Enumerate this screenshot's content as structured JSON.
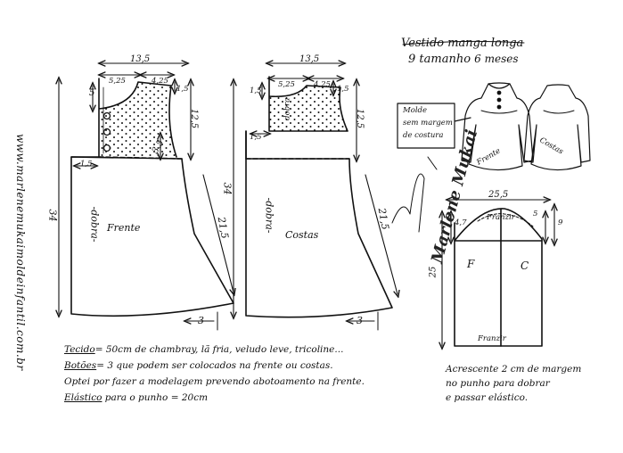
{
  "title": {
    "line1": "Vestido manga longa",
    "line2": "9 tamanho",
    "line2_size": "6 meses"
  },
  "site_url": "www.marlenemukaimoldeinfantil.com.br",
  "signature": "Marlene Mukai",
  "colors": {
    "ink": "#111111",
    "paper": "#ffffff"
  },
  "front_piece": {
    "label": "Frente",
    "fold_label": "-dobra-",
    "width_top": "13,5",
    "neck_width": "5,25",
    "shoulder": "4,25",
    "shoulder_drop": "1,5",
    "neck_depth": "5",
    "yoke_height": "12,5",
    "armhole_drop": "3,5",
    "center_ext": "1,5",
    "total_length": "34",
    "side_length": "21,5",
    "hem_flare": "3"
  },
  "back_piece": {
    "label": "Costas",
    "fold_label": "-dobra-",
    "width_top": "13,5",
    "neck_width": "5,25",
    "shoulder": "4,25",
    "shoulder_drop": "1,5",
    "neck_depth": "1,5",
    "yoke_height": "12,5",
    "center_ext": "1,5",
    "total_length": "34",
    "side_length": "21,5",
    "hem_flare": "3",
    "yoke_fold_label": "dobra"
  },
  "sleeve": {
    "width": "25,5",
    "cap_height_left": "4,7",
    "cap_height_right": "5",
    "cap_height_outer": "9",
    "cap_label": "Franzir",
    "length": "25",
    "front_label": "F",
    "back_label": "C",
    "cuff_label": "Franzir"
  },
  "callout": {
    "text_line1": "Molde",
    "text_line2": "sem margem",
    "text_line3": "de costura"
  },
  "sketch_labels": {
    "front": "Frente",
    "back": "Costas"
  },
  "notes": [
    {
      "term": "Tecido",
      "text": "= 50cm de chambray, lã fria, veludo leve, tricoline..."
    },
    {
      "term": "Botões",
      "text": "= 3 que podem ser colocados na frente ou costas."
    },
    {
      "term": "",
      "text": "Optei por fazer a modelagem prevendo abotoamento na frente."
    },
    {
      "term": "Elástico",
      "text": " para o punho = 20cm"
    }
  ],
  "sleeve_note": {
    "line1": "Acrescente 2 cm de margem",
    "line2": "no punho para dobrar",
    "line3": "e passar elástico."
  }
}
